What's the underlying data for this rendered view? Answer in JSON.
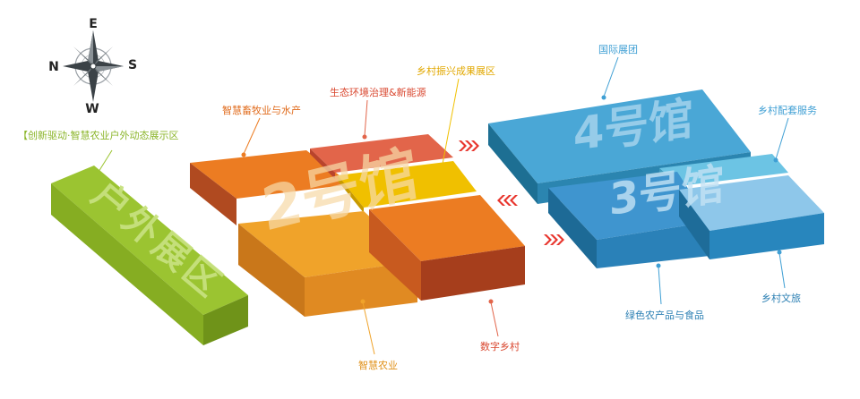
{
  "compass": {
    "north": "N",
    "east": "E",
    "south": "S",
    "west": "W"
  },
  "zones": {
    "outdoor": {
      "label": "【创新驱动·智慧农业户外动态展示区",
      "big": "户外展区"
    },
    "hall2": {
      "big": "2号馆",
      "livestock": "智慧畜牧业与水产",
      "ecology": "生态环境治理&新能源",
      "revitalization": "乡村振兴成果展区",
      "smart_agri": "智慧农业",
      "digital": "数字乡村"
    },
    "hall4": {
      "big": "4号馆",
      "intl": "国际展团"
    },
    "hall3": {
      "big": "3号馆",
      "services": "乡村配套服务",
      "green": "绿色农产品与食品",
      "tourism": "乡村文旅"
    }
  },
  "colors": {
    "lime": "#9bc431",
    "orange": "#ec7c22",
    "red": "#e2654a",
    "yellow": "#f0c000",
    "amber": "#f0a32a",
    "blue": "#3f9fd4",
    "lightblue": "#6cc4e4",
    "arrow": "#e8352d"
  }
}
